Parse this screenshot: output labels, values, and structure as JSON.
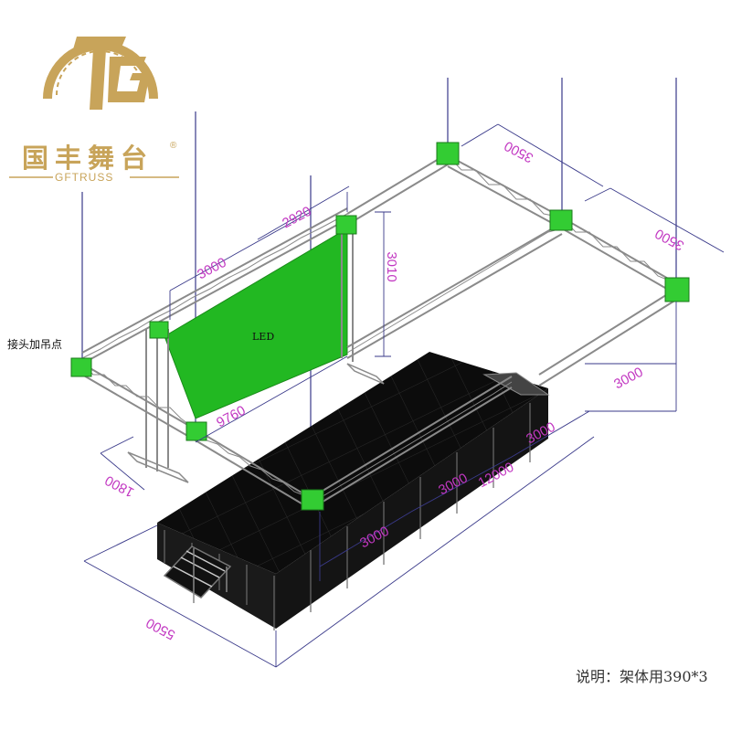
{
  "brand": {
    "name_cn": "国丰舞台",
    "name_en": "GFTRUSS",
    "registered_mark": "®",
    "color": "#c8a45a"
  },
  "diagram": {
    "led_label": "LED",
    "hang_point_label": "接头加吊点",
    "note_text": "说明：架体用390*3",
    "dimensions": {
      "d3500_top": "3500",
      "d3500_mid": "3500",
      "d2920": "2920",
      "d3000_led": "3000",
      "d3010": "3010",
      "d9760": "9760",
      "d1800": "1800",
      "d3000_right": "3000",
      "d3000_stage_a": "3000",
      "d3000_stage_b": "3000",
      "d3000_stage_c": "3000",
      "d12000": "12000",
      "d5500": "5500"
    },
    "colors": {
      "dimension_text": "#c238c2",
      "dimension_line": "#3a3a8a",
      "led_screen": "#22b822",
      "truss": "#8a8a8a",
      "corner_block": "#33cc33",
      "stage_deck": "#0c0c0c"
    }
  }
}
